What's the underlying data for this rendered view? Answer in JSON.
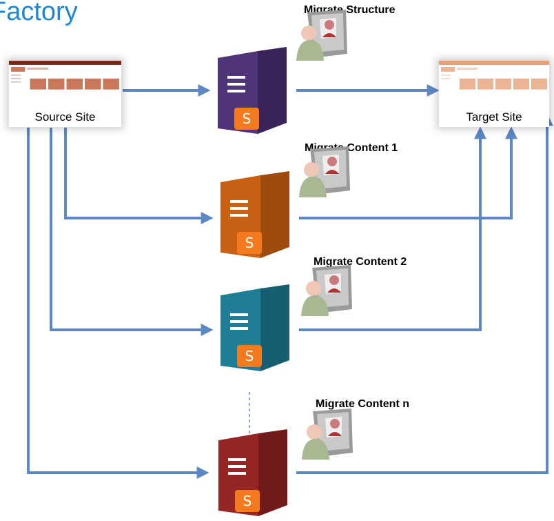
{
  "title": "Factory",
  "source_site": {
    "label": "Source Site"
  },
  "target_site": {
    "label": "Target Site"
  },
  "steps": [
    {
      "label": "Migrate Structure",
      "color": "#4f3578",
      "dark": "#3a2459"
    },
    {
      "label": "Migrate Content  1",
      "color": "#c96114",
      "dark": "#9e4b0d"
    },
    {
      "label": "Migrate Content  2",
      "color": "#1f7d96",
      "dark": "#165e72"
    },
    {
      "label": "Migrate Content  n",
      "color": "#962525",
      "dark": "#701a1a"
    }
  ],
  "colors": {
    "arrow": "#5b87c5",
    "badge": "#f47a20",
    "thumb_accent": "#c9785b"
  },
  "icons": {
    "server": "server-icon",
    "badge": "plugin-badge-icon",
    "operator": "operator-at-kiosk-icon",
    "site": "site-screenshot-thumbnail"
  }
}
